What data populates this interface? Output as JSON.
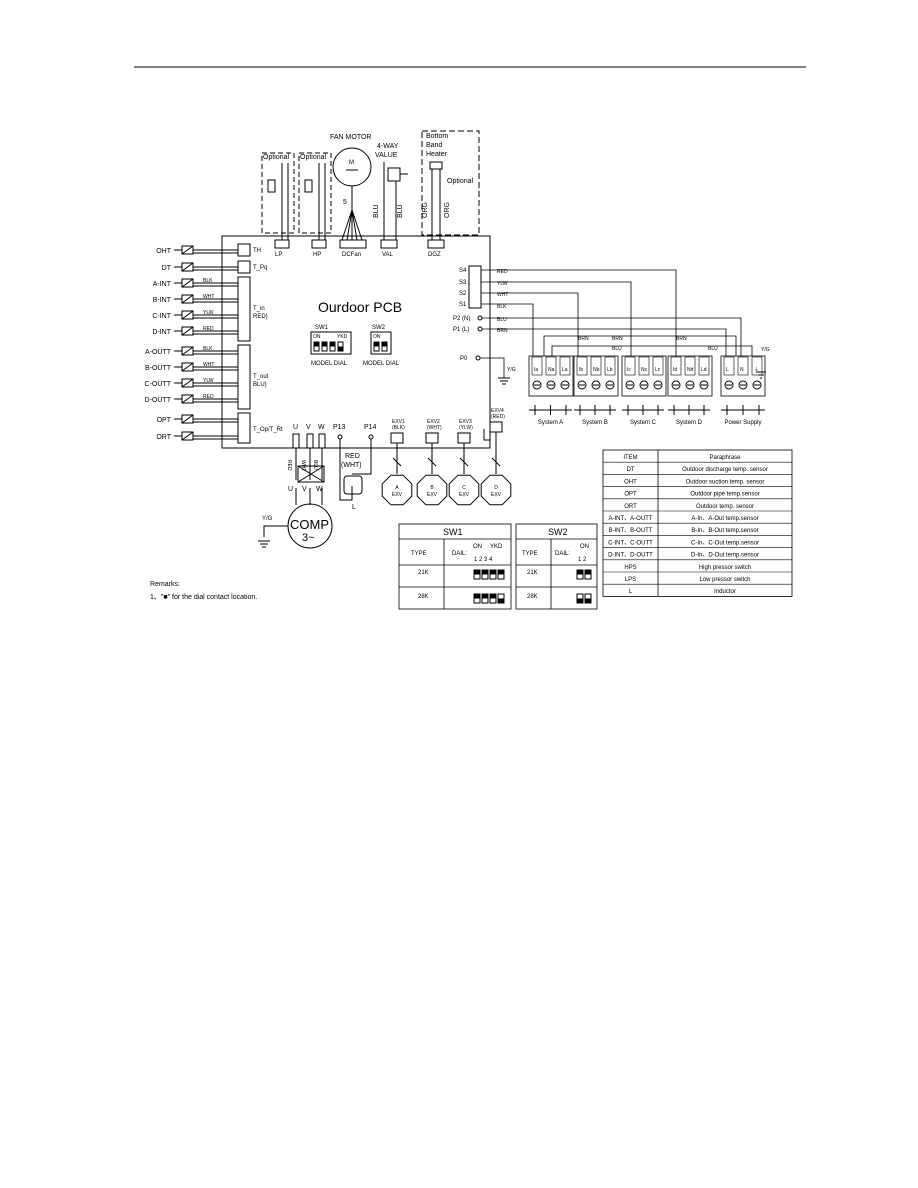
{
  "pcb": {
    "title": "Ourdoor PCB"
  },
  "top": {
    "fan_motor": "FAN MOTOR",
    "four_way": [
      "4-WAY",
      "VALUE"
    ],
    "optional_1": "Optional",
    "optional_2": "Optional",
    "optional_3": "Optional",
    "heater": [
      "Bottom",
      "Band",
      "Heater"
    ],
    "fan_count": "5",
    "wire_blu_1": "BLU",
    "wire_blu_2": "BLU",
    "wire_org_1": "ORG",
    "wire_org_2": "ORG",
    "motor_m": "M"
  },
  "connectors": {
    "lp": "LP",
    "hp": "HP",
    "dcfan": "DCFan",
    "val": "VAL",
    "dgz": "DGZ"
  },
  "left_sensors": [
    {
      "label": "OHT"
    },
    {
      "label": "DT"
    },
    {
      "label": "A-INT",
      "wire": "BLK"
    },
    {
      "label": "B-INT",
      "wire": "WHT"
    },
    {
      "label": "C-INT",
      "wire": "YLW"
    },
    {
      "label": "D-INT",
      "wire": "RED"
    },
    {
      "label": "A-OUTT",
      "wire": "BLK"
    },
    {
      "label": "B-OUTT",
      "wire": "WHT"
    },
    {
      "label": "C-OUTT",
      "wire": "YLW"
    },
    {
      "label": "D-OUTT",
      "wire": "RED"
    },
    {
      "label": "OPT"
    },
    {
      "label": "ORT"
    }
  ],
  "left_conn": {
    "th": "TH",
    "tpq": "T_Pq",
    "tin": "T_in",
    "tin2": "RED)",
    "tout": "T_out",
    "tout2": "BLU)",
    "topt": "T_Op/T_Rt"
  },
  "switch_labels": {
    "sw1": "SW1",
    "sw2": "SW2",
    "on": "ON",
    "ykd": "YKD",
    "model_dial": "MODEL DIAL"
  },
  "right_terms": {
    "s4": "S4",
    "s3": "S3",
    "s2": "S2",
    "s1": "S1",
    "p2": "P2 (N)",
    "p1": "P1 (L)",
    "p0": "P0",
    "yg": "Y/G",
    "yg2": "Y/G"
  },
  "right_wires": {
    "red": "RED",
    "ylw": "YLW",
    "wht": "WHT",
    "blk": "BLK",
    "blu": "BLU",
    "brn": "BRN"
  },
  "wire_tags": {
    "brn": "BRN",
    "blu": "BLU"
  },
  "terminal_tops": [
    "Ia",
    "Na",
    "La",
    "Ib",
    "Nb",
    "Lb",
    "Ic",
    "Nc",
    "Lc",
    "Id",
    "Nd",
    "Ld",
    "L",
    "N",
    "⏚"
  ],
  "systems": [
    "System A",
    "System B",
    "System C",
    "System D",
    "Power Supply"
  ],
  "bottom_pcb": {
    "u": "U",
    "v": "V",
    "w": "W",
    "p13": "P13",
    "p14": "P14",
    "red": "RED",
    "wht": "(WHT)",
    "l": "L",
    "w_red": "RED",
    "w_wht": "WHT",
    "w_blu": "BLU",
    "u2": "U",
    "v2": "V",
    "w2": "W",
    "comp": "COMP",
    "comp_phase": "3~",
    "yg": "Y/G"
  },
  "exv": [
    {
      "label": "EXV1",
      "color": "(BLK)",
      "valve_letter": "A",
      "valve_name": "EXV"
    },
    {
      "label": "EXV2",
      "color": "(WHT)",
      "valve_letter": "B",
      "valve_name": "EXV"
    },
    {
      "label": "EXV3",
      "color": "(YLW)",
      "valve_letter": "C",
      "valve_name": "EXV"
    },
    {
      "label": "EXV4",
      "color": "(RED)",
      "valve_letter": "D",
      "valve_name": "EXV"
    }
  ],
  "remarks": {
    "title": "Remarks:",
    "line": "1、\"■\" for the dial contact location."
  },
  "sw1_table": {
    "title": "SW1",
    "type": "TYPE",
    "dail": "DAIL:",
    "on": "ON",
    "ykd": "YKD",
    "nums": "1  2  3  4",
    "rows": [
      "21K",
      "28K"
    ]
  },
  "sw2_table": {
    "title": "SW2",
    "type": "TYPE",
    "dail": "DAIL:",
    "on": "ON",
    "nums": "1  2",
    "rows": [
      "21K",
      "28K"
    ]
  },
  "legend": {
    "headers": [
      "ITEM",
      "Paraphrase"
    ],
    "rows": [
      [
        "DT",
        "Outdoor discharge temp. sensor"
      ],
      [
        "OHT",
        "Outdoor suction temp. sensor"
      ],
      [
        "OPT",
        "Outdoor pipe temp.sensor"
      ],
      [
        "ORT",
        "Outdoor temp. sensor"
      ],
      [
        "A-INT、A-OUTT",
        "A-In、A-Out temp.sensor"
      ],
      [
        "B-INT、B-OUTT",
        "B-In、B-Out temp.sensor"
      ],
      [
        "C-INT、C-OUTT",
        "C-In、C-Out temp.sensor"
      ],
      [
        "D-INT、D-OUTT",
        "D-In、D-Out temp.sensor"
      ],
      [
        "HPS",
        "High pressor switch"
      ],
      [
        "LPS",
        "Low pressor switch"
      ],
      [
        "L",
        "Inductor"
      ]
    ]
  }
}
